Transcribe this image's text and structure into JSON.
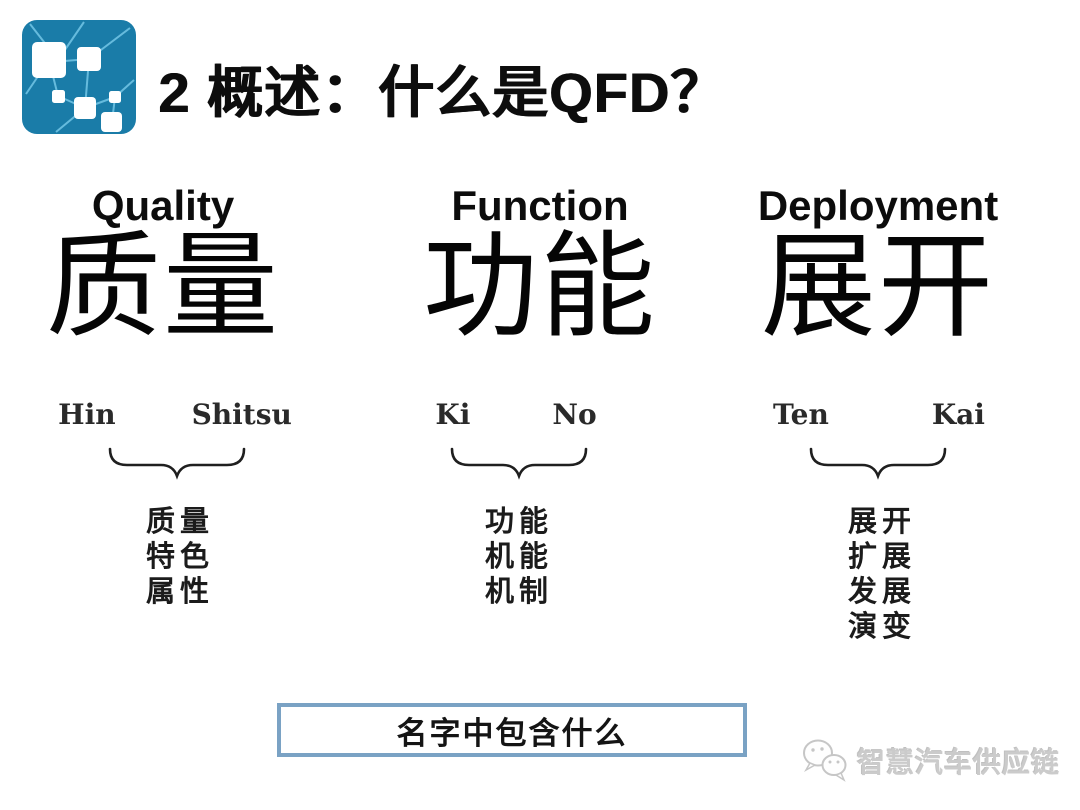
{
  "slide": {
    "title": "2 概述：什么是QFD？",
    "columns": [
      {
        "en": "Quality",
        "cjk": "质量",
        "romaji": [
          "Hin",
          "Shitsu"
        ],
        "meanings": [
          "质量",
          "特色",
          "属性"
        ]
      },
      {
        "en": "Function",
        "cjk": "功能",
        "romaji": [
          "Ki",
          "No"
        ],
        "meanings": [
          "功能",
          "机能",
          "机制"
        ]
      },
      {
        "en": "Deployment",
        "cjk": "展开",
        "romaji": [
          "Ten",
          "Kai"
        ],
        "meanings": [
          "展开",
          "扩展",
          "发展",
          "演变"
        ]
      }
    ],
    "bottom_box_label": "名字中包含什么",
    "watermark_label": "智慧汽车供应链",
    "icons": {
      "logo": "network-nodes-icon",
      "watermark": "wechat-bubbles-icon",
      "brace": "underbrace"
    },
    "colors": {
      "logo_blue": "#1a7ca8",
      "logo_lines": "#66bbdd",
      "box_border": "#7aa2c4",
      "watermark_gray": "#cbcbcb",
      "text_black": "#0d0d0d"
    }
  }
}
